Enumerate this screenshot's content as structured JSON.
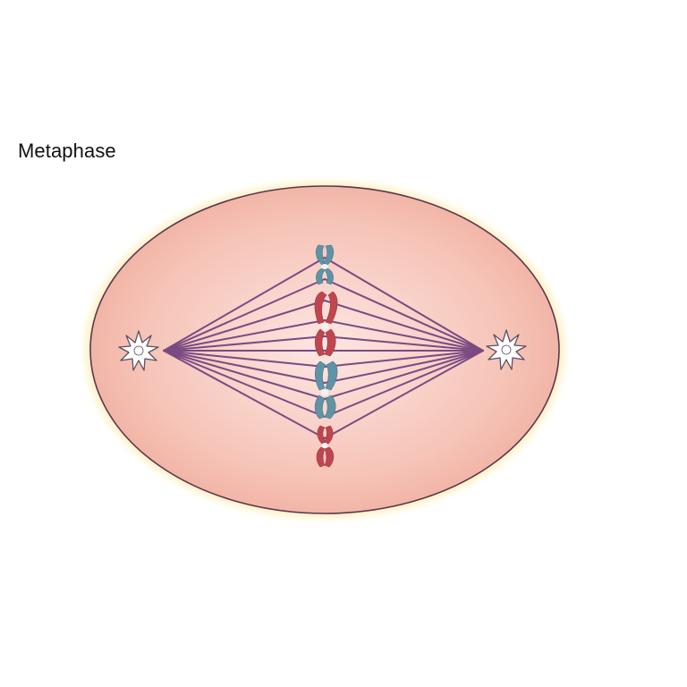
{
  "title": "Metaphase",
  "colors": {
    "cytoplasm_center": "#fde5e1",
    "cytoplasm_edge": "#f2b3a5",
    "cell_glow": "#fff3c8",
    "membrane": "#5a3550",
    "spindle": "#7a4a82",
    "chromosome_blue": "#5f93a6",
    "chromosome_red": "#c0464e",
    "centromere": "#f4f0f4",
    "centrosome_fill": "#ffffff",
    "centrosome_stroke": "#5b5060"
  },
  "icons": {
    "centrosome_left": "centrosome-icon",
    "centrosome_right": "centrosome-icon"
  },
  "chromosomes": [
    {
      "color": "blue",
      "size": "small"
    },
    {
      "color": "red",
      "size": "large"
    },
    {
      "color": "blue",
      "size": "large"
    },
    {
      "color": "red",
      "size": "small"
    }
  ]
}
